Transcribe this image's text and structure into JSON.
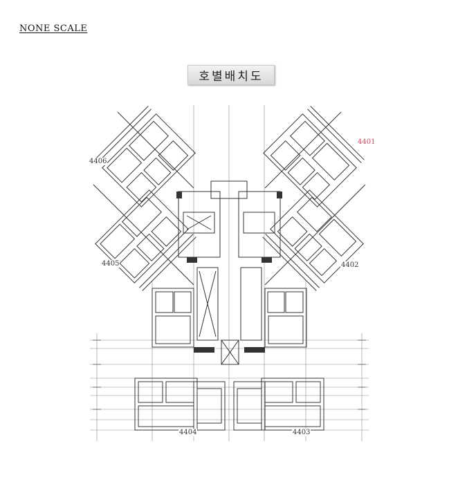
{
  "header": {
    "scale_note": "NONE SCALE",
    "title": "호별배치도"
  },
  "plan": {
    "unit_labels": {
      "u4401": "4401",
      "u4402": "4402",
      "u4403": "4403",
      "u4404": "4404",
      "u4405": "4405",
      "u4406": "4406"
    },
    "colors": {
      "line": "#333333",
      "highlight": "#d6495c"
    }
  }
}
